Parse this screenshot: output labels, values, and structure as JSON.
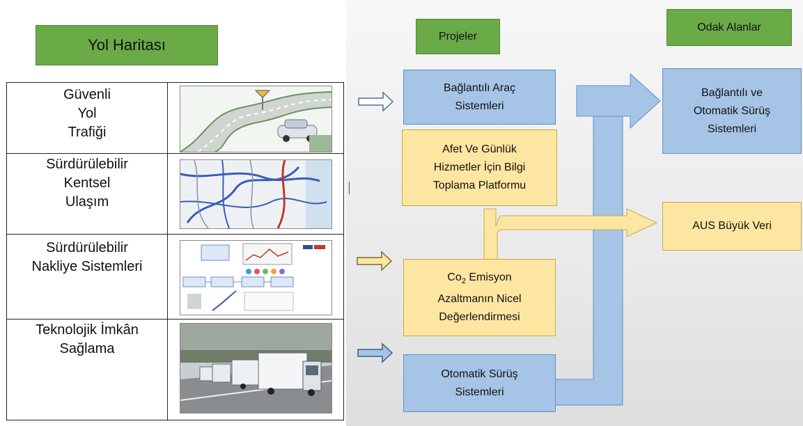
{
  "roadmap_title": "Yol Haritası",
  "roadmap_rows": [
    {
      "label_lines": [
        "Güvenli",
        "Yol",
        "Trafiği"
      ]
    },
    {
      "label_lines": [
        "Sürdürülebilir",
        "Kentsel",
        "Ulaşım"
      ]
    },
    {
      "label_lines": [
        "Sürdürülebilir",
        "Nakliye Sistemleri"
      ]
    },
    {
      "label_lines": [
        "Teknolojik İmkân",
        "Sağlama"
      ]
    }
  ],
  "projects_header": "Projeler",
  "focus_header": "Odak Alanlar",
  "projects": {
    "connected_vehicle": [
      "Bağlantılı Araç",
      "Sistemleri"
    ],
    "info_platform": [
      "Afet Ve Günlük",
      "Hizmetler İçin Bilgi",
      "Toplama Platformu"
    ],
    "co2": {
      "prefix": "Co",
      "subscript": "2",
      "line1_rest": " Emisyon",
      "line2": "Azaltmanın Nicel",
      "line3": "Değerlendirmesi"
    },
    "automated_driving": [
      "Otomatik Sürüş",
      "Sistemleri"
    ]
  },
  "focus": {
    "connected_automated": [
      "Bağlantılı ve",
      "Otomatik Sürüş",
      "Sistemleri"
    ],
    "big_data": "AUS Büyük Veri"
  },
  "colors": {
    "green": "#6aaa47",
    "blue_fill": "#a6c4e6",
    "blue_border": "#5f8fc4",
    "yellow_fill": "#fde6a1",
    "yellow_border": "#c9a84a"
  }
}
